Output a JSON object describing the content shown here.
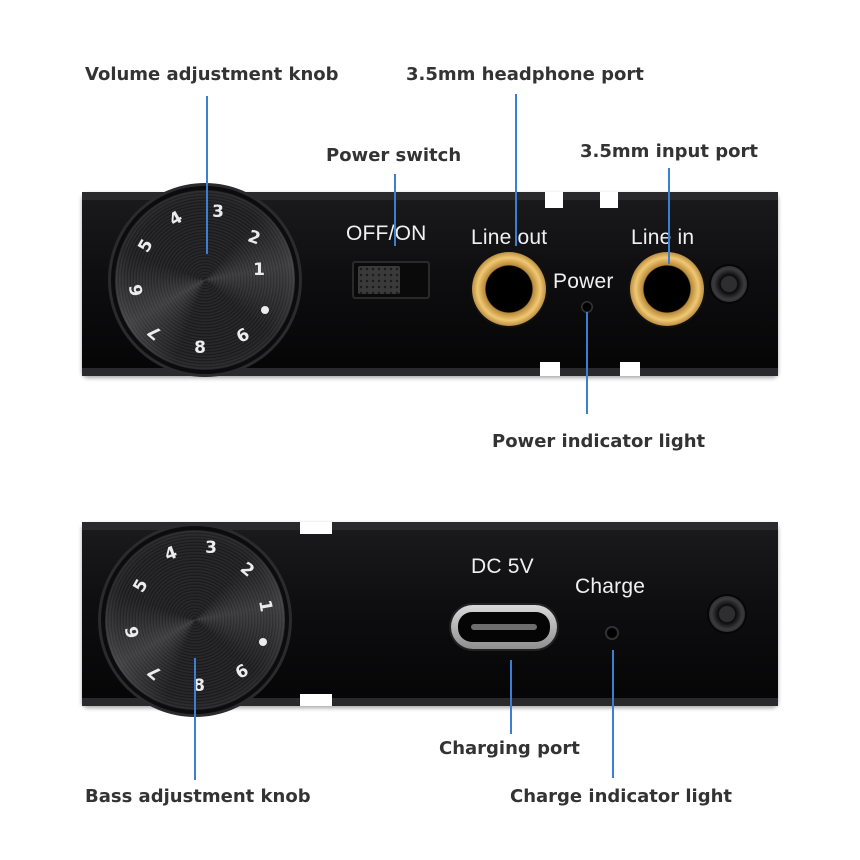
{
  "callouts": {
    "volume_knob": "Volume adjustment knob",
    "headphone_port": "3.5mm headphone port",
    "power_switch": "Power switch",
    "input_port": "3.5mm input port",
    "power_light": "Power indicator light",
    "charging_port": "Charging port",
    "bass_knob": "Bass adjustment knob",
    "charge_light": "Charge indicator light"
  },
  "top_panel": {
    "switch_label": "OFF/ON",
    "line_out": "Line out",
    "line_in": "Line in",
    "power": "Power"
  },
  "bottom_panel": {
    "dc_label": "DC 5V",
    "charge": "Charge"
  },
  "knob_numbers": [
    "1",
    "2",
    "3",
    "4",
    "5",
    "6",
    "7",
    "8",
    "9"
  ],
  "colors": {
    "leader_line": "#3a7fd1",
    "device_body": "#111112",
    "jack_gold": "#f0c873"
  }
}
